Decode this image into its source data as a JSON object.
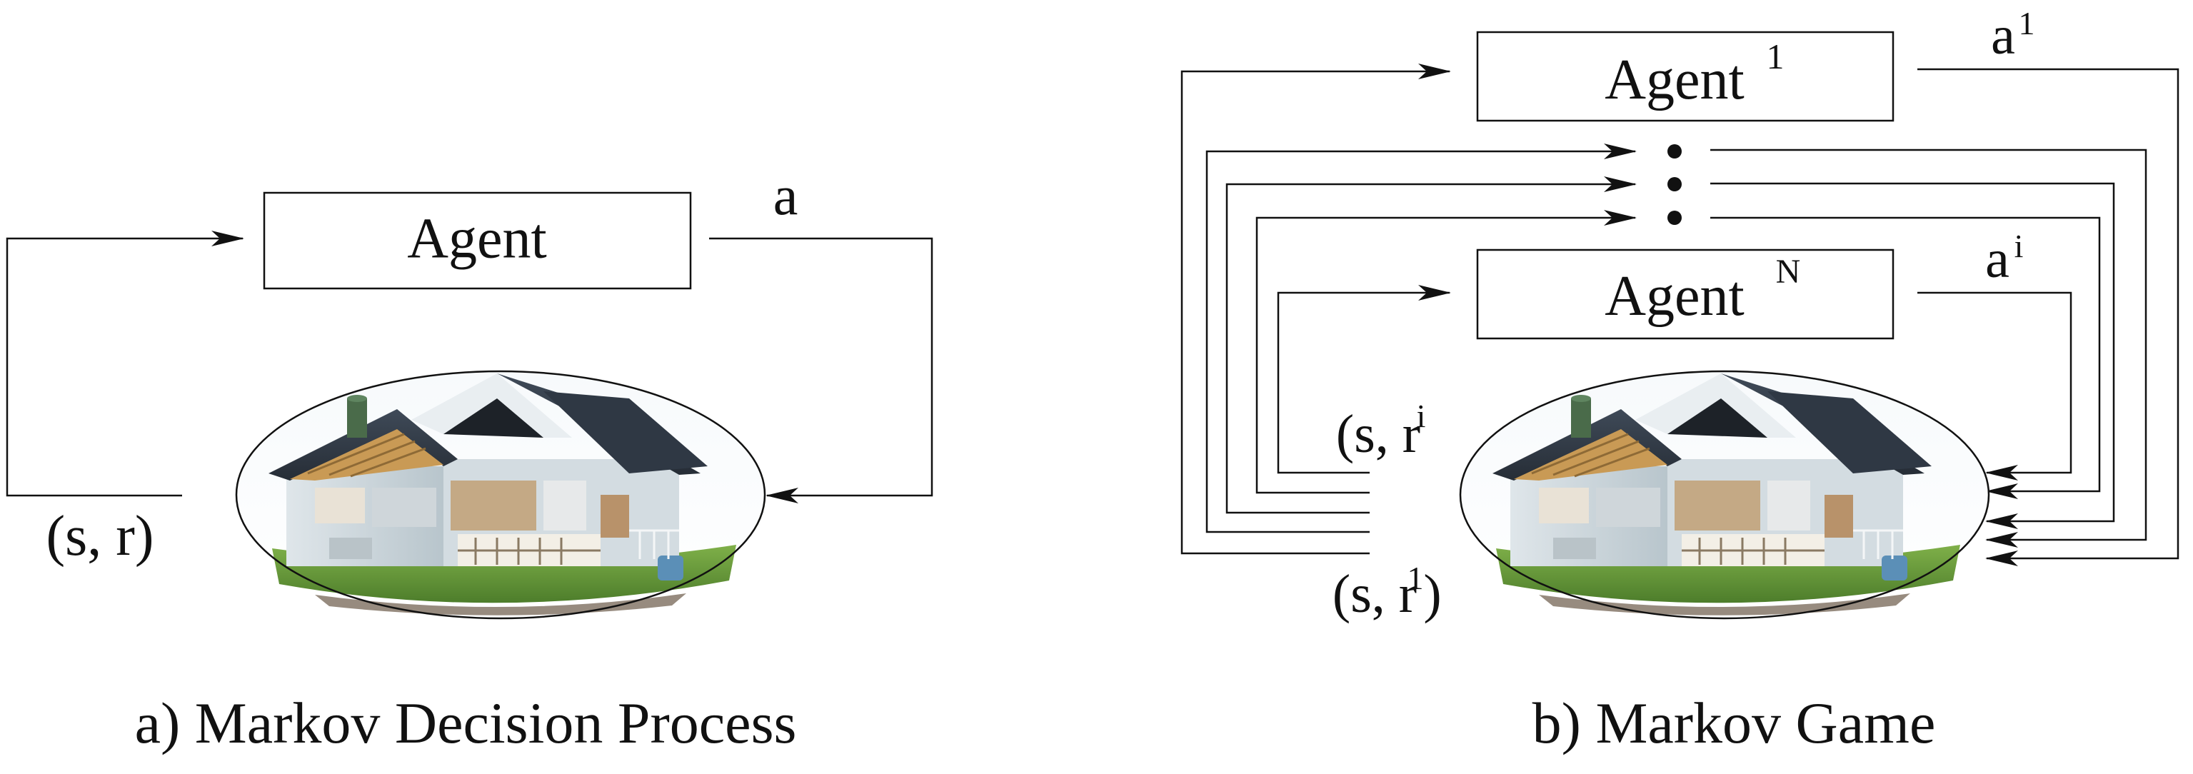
{
  "panel_a": {
    "agent_label": "Agent",
    "action_label": "a",
    "state_reward_label": "(s, r)",
    "caption": "a) Markov Decision Process",
    "environment_icon": "house-cutaway-icon"
  },
  "panel_b": {
    "agent_top_label": "Agent",
    "agent_top_superscript": "1",
    "agent_bottom_label": "Agent",
    "agent_bottom_superscript": "N",
    "action_top_label": "a",
    "action_top_superscript": "1",
    "action_bottom_label": "a",
    "action_bottom_superscript": "i",
    "state_reward_i_label": "(s, r",
    "state_reward_i_superscript": "i",
    "state_reward_1_label": "(s, r",
    "state_reward_1_superscript": "1",
    "state_reward_1_close": ")",
    "ellipsis_dots": "⋮",
    "caption": "b) Markov Game",
    "environment_icon": "house-cutaway-icon"
  }
}
